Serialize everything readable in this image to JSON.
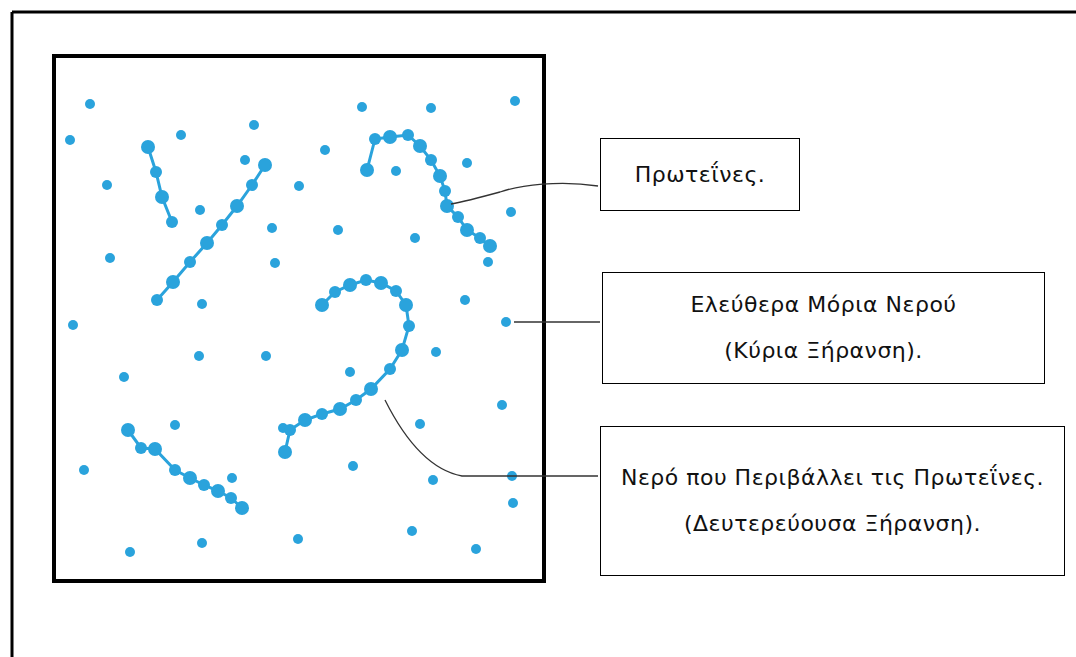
{
  "diagram": {
    "nodes": [
      {
        "text": [
          "Πρωτεΐνες."
        ]
      },
      {
        "text": [
          "Ελεύθερα Μόρια Νερού",
          "(Κύρια Ξήρανση)."
        ]
      },
      {
        "text": [
          "Νερό που Περιβάλλει τις Πρωτεΐνες.",
          "(Δευτερεύουσα Ξήρανση)."
        ]
      }
    ]
  }
}
